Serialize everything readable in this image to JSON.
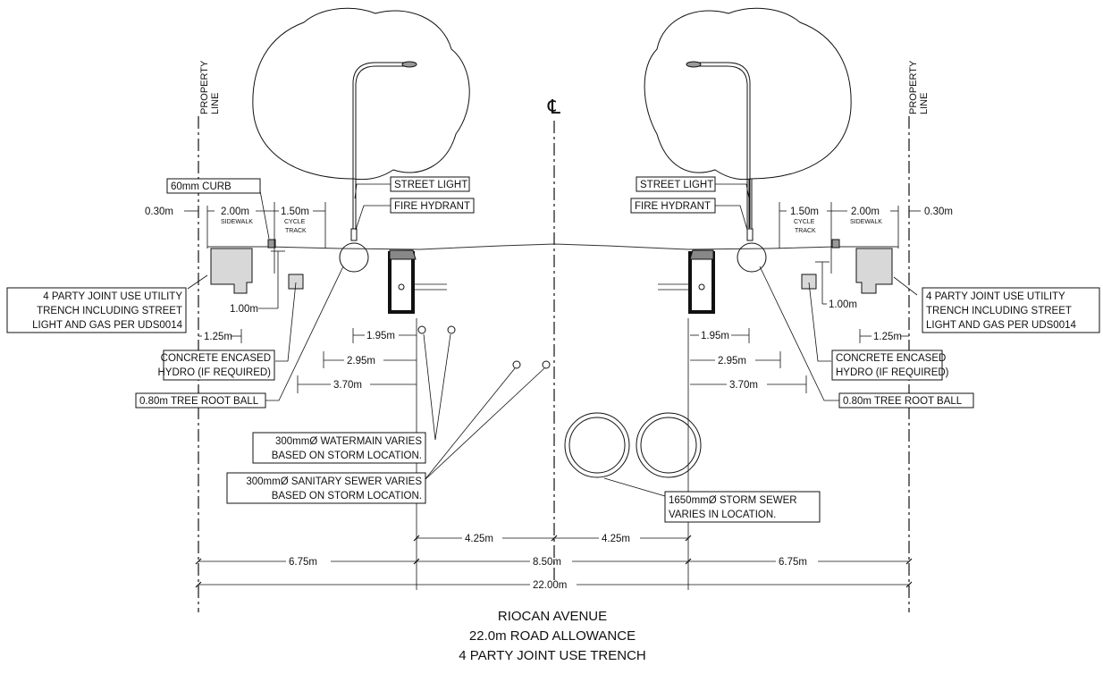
{
  "title": {
    "line1": "RIOCAN AVENUE",
    "line2": "22.0m ROAD ALLOWANCE",
    "line3": "4 PARTY JOINT USE TRENCH"
  },
  "centerline_symbol": "℄",
  "property_line": {
    "line1": "PROPERTY",
    "line2": "LINE"
  },
  "callouts": {
    "curb": "60mm CURB",
    "street_light": "STREET LIGHT",
    "fire_hydrant": "FIRE HYDRANT",
    "trench": [
      "4 PARTY JOINT USE  UTILITY",
      "TRENCH INCLUDING STREET",
      "LIGHT AND GAS PER UDS0014"
    ],
    "hydro": [
      "CONCRETE ENCASED",
      "HYDRO (IF REQUIRED)"
    ],
    "root_ball": "0.80m TREE ROOT BALL",
    "watermain": [
      "300mmØ WATERMAIN VARIES",
      "BASED ON STORM LOCATION."
    ],
    "sanitary": [
      "300mmØ SANITARY SEWER VARIES",
      "BASED ON STORM LOCATION."
    ],
    "storm": [
      "1650mmØ STORM SEWER",
      "VARIES IN LOCATION."
    ]
  },
  "dimensions": {
    "offset_030": "0.30m",
    "sidewalk": "2.00m",
    "sidewalk_label": "SIDEWALK",
    "cycle": "1.50m",
    "cycle_label_1": "CYCLE",
    "cycle_label_2": "TRACK",
    "d_100": "1.00m",
    "d_125": "1.25m",
    "d_195": "1.95m",
    "d_295": "2.95m",
    "d_370": "3.70m",
    "d_425": "4.25m",
    "d_675": "6.75m",
    "d_850": "8.50m",
    "d_2200": "22.00m"
  }
}
